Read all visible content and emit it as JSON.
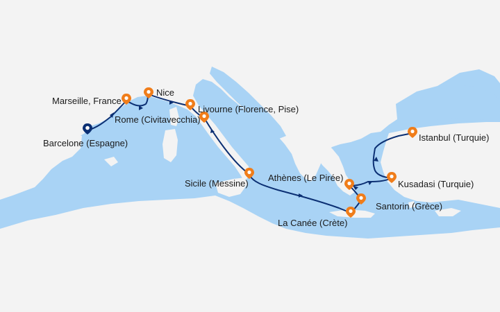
{
  "colors": {
    "sea": "#a9d3f5",
    "land": "#f3f3f3",
    "route": "#0b2f73",
    "port_marker": "#f07d1a",
    "start_marker": "#0b2f73"
  },
  "route": {
    "start_port": "Barcelone (Espagne)",
    "ports": [
      "Marseille, France",
      "Nice",
      "Livourne (Florence, Pise)",
      "Rome (Civitavecchia)",
      "Sicile (Messine)",
      "La Canée (Crète)",
      "Athènes (Le Pirée)",
      "Santorin (Grèce)",
      "Kusadasi (Turquie)",
      "Istanbul (Turquie)"
    ]
  }
}
